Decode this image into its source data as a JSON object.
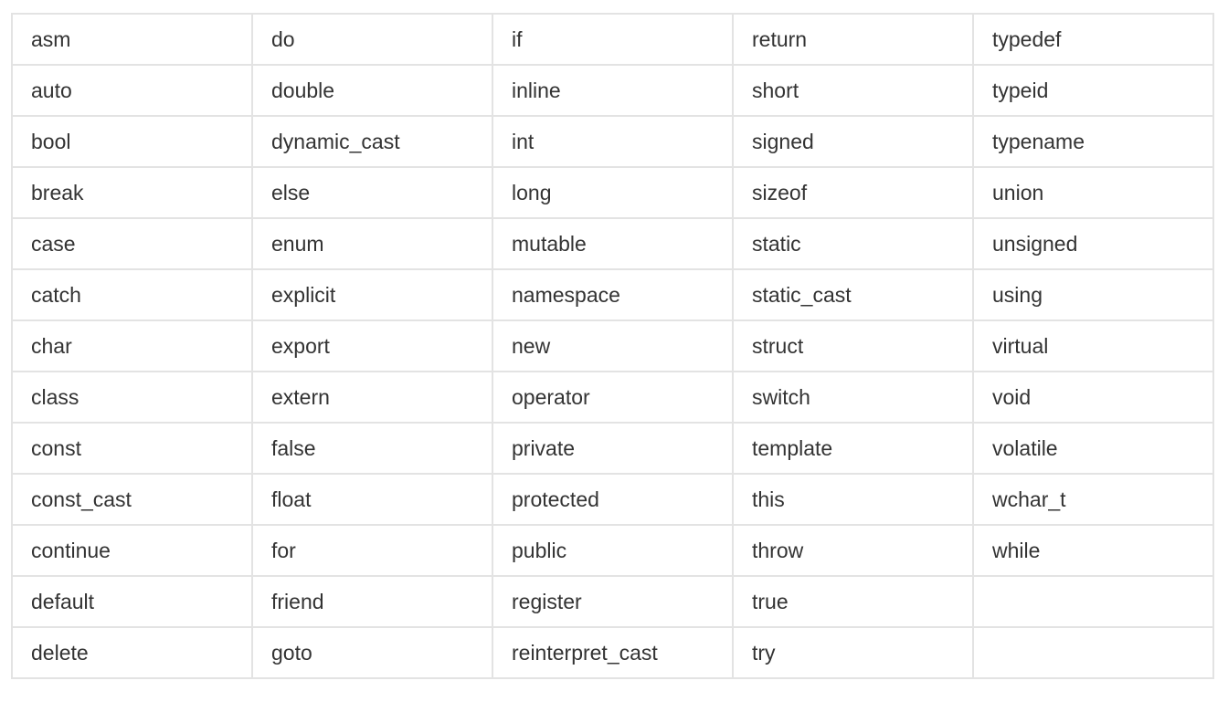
{
  "keywords_table": {
    "rows": [
      [
        "asm",
        "do",
        "if",
        "return",
        "typedef"
      ],
      [
        "auto",
        "double",
        "inline",
        "short",
        "typeid"
      ],
      [
        "bool",
        "dynamic_cast",
        "int",
        "signed",
        "typename"
      ],
      [
        "break",
        "else",
        "long",
        "sizeof",
        "union"
      ],
      [
        "case",
        "enum",
        "mutable",
        "static",
        "unsigned"
      ],
      [
        "catch",
        "explicit",
        "namespace",
        "static_cast",
        "using"
      ],
      [
        "char",
        "export",
        "new",
        "struct",
        "virtual"
      ],
      [
        "class",
        "extern",
        "operator",
        "switch",
        "void"
      ],
      [
        "const",
        "false",
        "private",
        "template",
        "volatile"
      ],
      [
        "const_cast",
        "float",
        "protected",
        "this",
        "wchar_t"
      ],
      [
        "continue",
        "for",
        "public",
        "throw",
        "while"
      ],
      [
        "default",
        "friend",
        "register",
        "true",
        ""
      ],
      [
        "delete",
        "goto",
        "reinterpret_cast",
        "try",
        ""
      ]
    ]
  }
}
